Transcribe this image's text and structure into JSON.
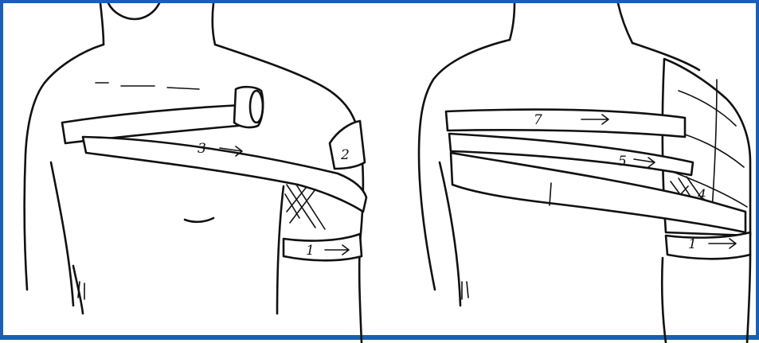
{
  "colors": {
    "frame": "#1a5fb4",
    "ink": "#111111",
    "paper": "#ffffff"
  },
  "left_figure": {
    "labels": {
      "turn_1": "1",
      "turn_2": "2",
      "turn_3": "3"
    }
  },
  "right_figure": {
    "labels": {
      "turn_1": "1",
      "turn_4": "4",
      "turn_5": "5",
      "turn_7": "7"
    }
  }
}
